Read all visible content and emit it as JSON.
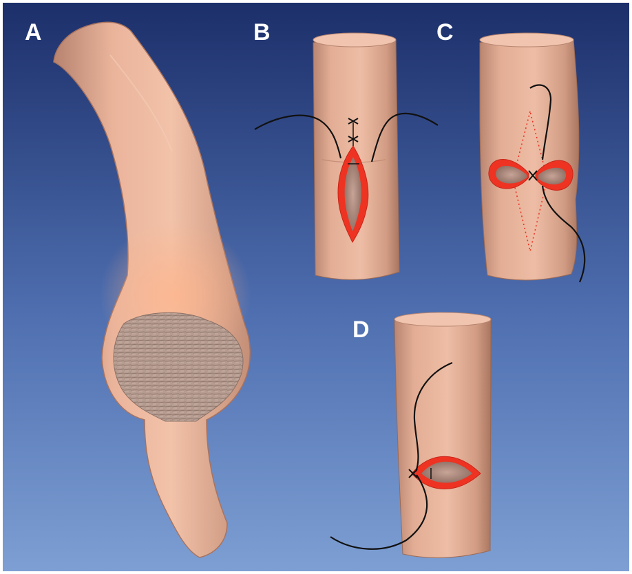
{
  "panels": {
    "a": {
      "label": "A"
    },
    "b": {
      "label": "B"
    },
    "c": {
      "label": "C"
    },
    "d": {
      "label": "D"
    }
  },
  "colors": {
    "background_top": "#1c2f6a",
    "background_bottom": "#7d9fd3",
    "skin": "#e8b49a",
    "skin_shadow": "#c58d76",
    "wound_edge": "#ee3322",
    "suture": "#111111",
    "lesion": "#b49a8e"
  }
}
